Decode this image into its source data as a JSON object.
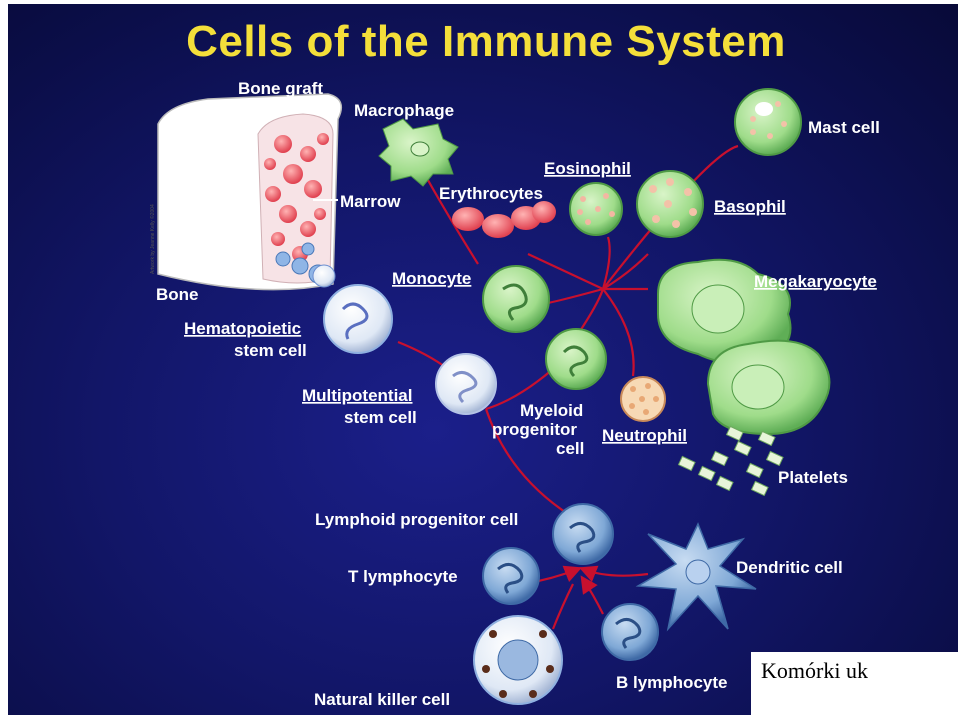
{
  "title": "Cells of the Immune System",
  "labels": {
    "bone_graft": "Bone graft",
    "marrow": "Marrow",
    "bone": "Bone",
    "macrophage": "Macrophage",
    "erythrocytes": "Erythrocytes",
    "eosinophil": "Eosinophil",
    "basophil": "Basophil",
    "mast_cell": "Mast cell",
    "monocyte": "Monocyte",
    "megakaryocyte": "Megakaryocyte",
    "hematopoietic_1": "Hematopoietic",
    "hematopoietic_2": "stem cell",
    "multipotential_1": "Multipotential",
    "multipotential_2": "stem cell",
    "myeloid_1": "Myeloid",
    "myeloid_2": "progenitor",
    "myeloid_3": "cell",
    "neutrophil": "Neutrophil",
    "platelets": "Platelets",
    "lymphoid": "Lymphoid progenitor cell",
    "t_lymphocyte": "T lymphocyte",
    "dendritic": "Dendritic cell",
    "b_lymphocyte": "B lymphocyte",
    "natural_killer": "Natural killer cell",
    "artwork_credit": "Artwork by Jeanne Kelly ©2004"
  },
  "caption": "Komórki uk",
  "colors": {
    "title": "#f4df3a",
    "arrow": "#c8102e",
    "cell_green": "#9fdc8a",
    "cell_blue": "#7fa8d6",
    "marrow_red": "#e0404f"
  }
}
